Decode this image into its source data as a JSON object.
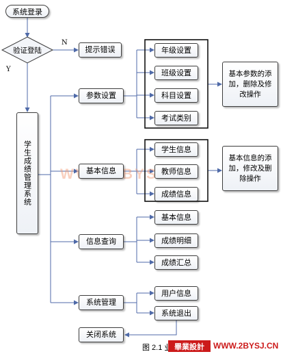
{
  "nodes": {
    "login": "系统登录",
    "verify": "验证登陆",
    "error": "提示错误",
    "main_system": "学生成绩管理系统",
    "params": "参数设置",
    "basic": "基本信息",
    "query": "信息查询",
    "sysmgmt": "系统管理",
    "close": "关闭系统",
    "grade": "年级设置",
    "class": "班级设置",
    "subject": "科目设置",
    "exam_type": "考试类别",
    "student_info": "学生信息",
    "teacher_info": "教师信息",
    "score_info": "成绩信息",
    "q_basic": "基本信息",
    "q_score_detail": "成绩明细",
    "q_score_sum": "成绩汇总",
    "user_info": "用户信息",
    "sys_exit": "系统退出",
    "note_params": "基本参数的添加，删除及修改操作",
    "note_basic": "基本信息的添加，修改及删除操作"
  },
  "edge_labels": {
    "no": "N",
    "yes": "Y"
  },
  "watermark": "WWW.2BYSJ.CN",
  "caption": {
    "text": "图 2.1 业务",
    "logo": "畢業設計",
    "site": "WWW.2BYSJ.CN"
  },
  "colors": {
    "line": "#4f6aa8",
    "border": "#3c3c3c",
    "logo": "#cc1b1b"
  }
}
